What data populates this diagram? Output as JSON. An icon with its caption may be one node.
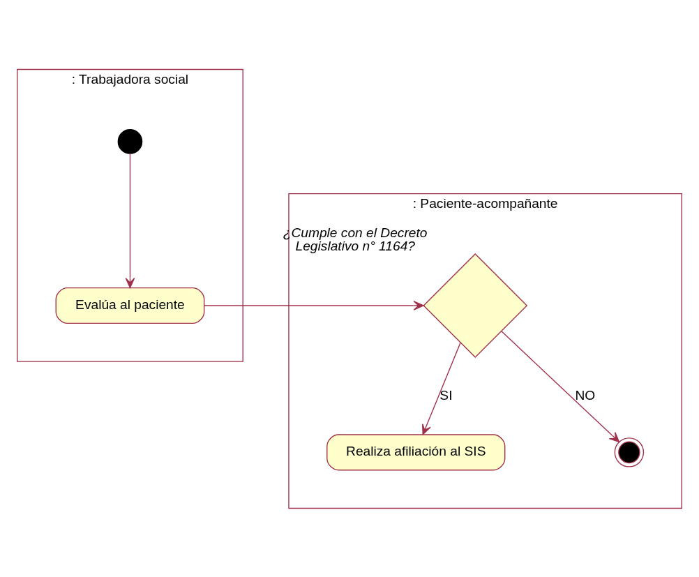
{
  "diagram": {
    "nodes": [
      {
        "text": [
          ": Trabajadora social"
        ]
      },
      {
        "text": [
          ": Paciente-acompañante"
        ]
      },
      {
        "text": [],
        "shape": "circle",
        "in": 0
      },
      {
        "text": [
          "Evalúa al paciente"
        ],
        "in": 0
      },
      {
        "text": [],
        "shape": "diamond",
        "in": 1,
        "beside": [
          "¿Cumple con el Decreto Legislativo n° 1164?"
        ]
      },
      {
        "text": [
          "Realiza afiliación al SIS"
        ],
        "in": 1
      },
      {
        "text": [],
        "shape": "circle",
        "in": 1
      }
    ],
    "edges": [
      {
        "from": 2,
        "to": 3,
        "arrow": "to"
      },
      {
        "from": 3,
        "to": 4,
        "arrow": "to"
      },
      {
        "from": 4,
        "to": 5,
        "arrow": "to",
        "label": "SI"
      },
      {
        "from": 4,
        "to": 6,
        "arrow": "to",
        "label": "NO"
      }
    ]
  }
}
